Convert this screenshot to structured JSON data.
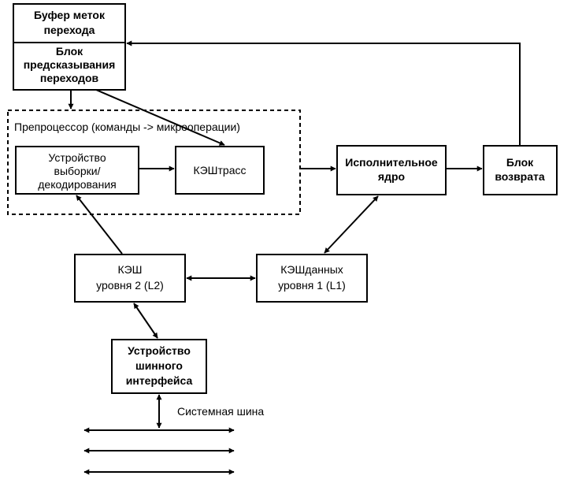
{
  "diagram": {
    "btb": {
      "line1": "Буфер меток",
      "line2": "перехода"
    },
    "bpu": {
      "line1": "Блок",
      "line2": "предсказывания",
      "line3": "переходов"
    },
    "preprocessor": {
      "label": "Препроцессор (команды -> микрооперации)"
    },
    "fetch_decode": {
      "line1": "Устройство",
      "line2": "выборки/",
      "line3": "декодирования"
    },
    "trace_cache": {
      "label": "КЭШтрасс"
    },
    "exec_core": {
      "line1": "Исполнительное",
      "line2": "ядро"
    },
    "retire": {
      "line1": "Блок",
      "line2": "возврата"
    },
    "l2": {
      "line1": "КЭШ",
      "line2": "уровня 2 (L2)"
    },
    "l1": {
      "line1": "КЭШданных",
      "line2": "уровня 1 (L1)"
    },
    "biu": {
      "line1": "Устройство",
      "line2": "шинного",
      "line3": "интерфейса"
    },
    "system_bus": {
      "label": "Системная шина"
    }
  }
}
